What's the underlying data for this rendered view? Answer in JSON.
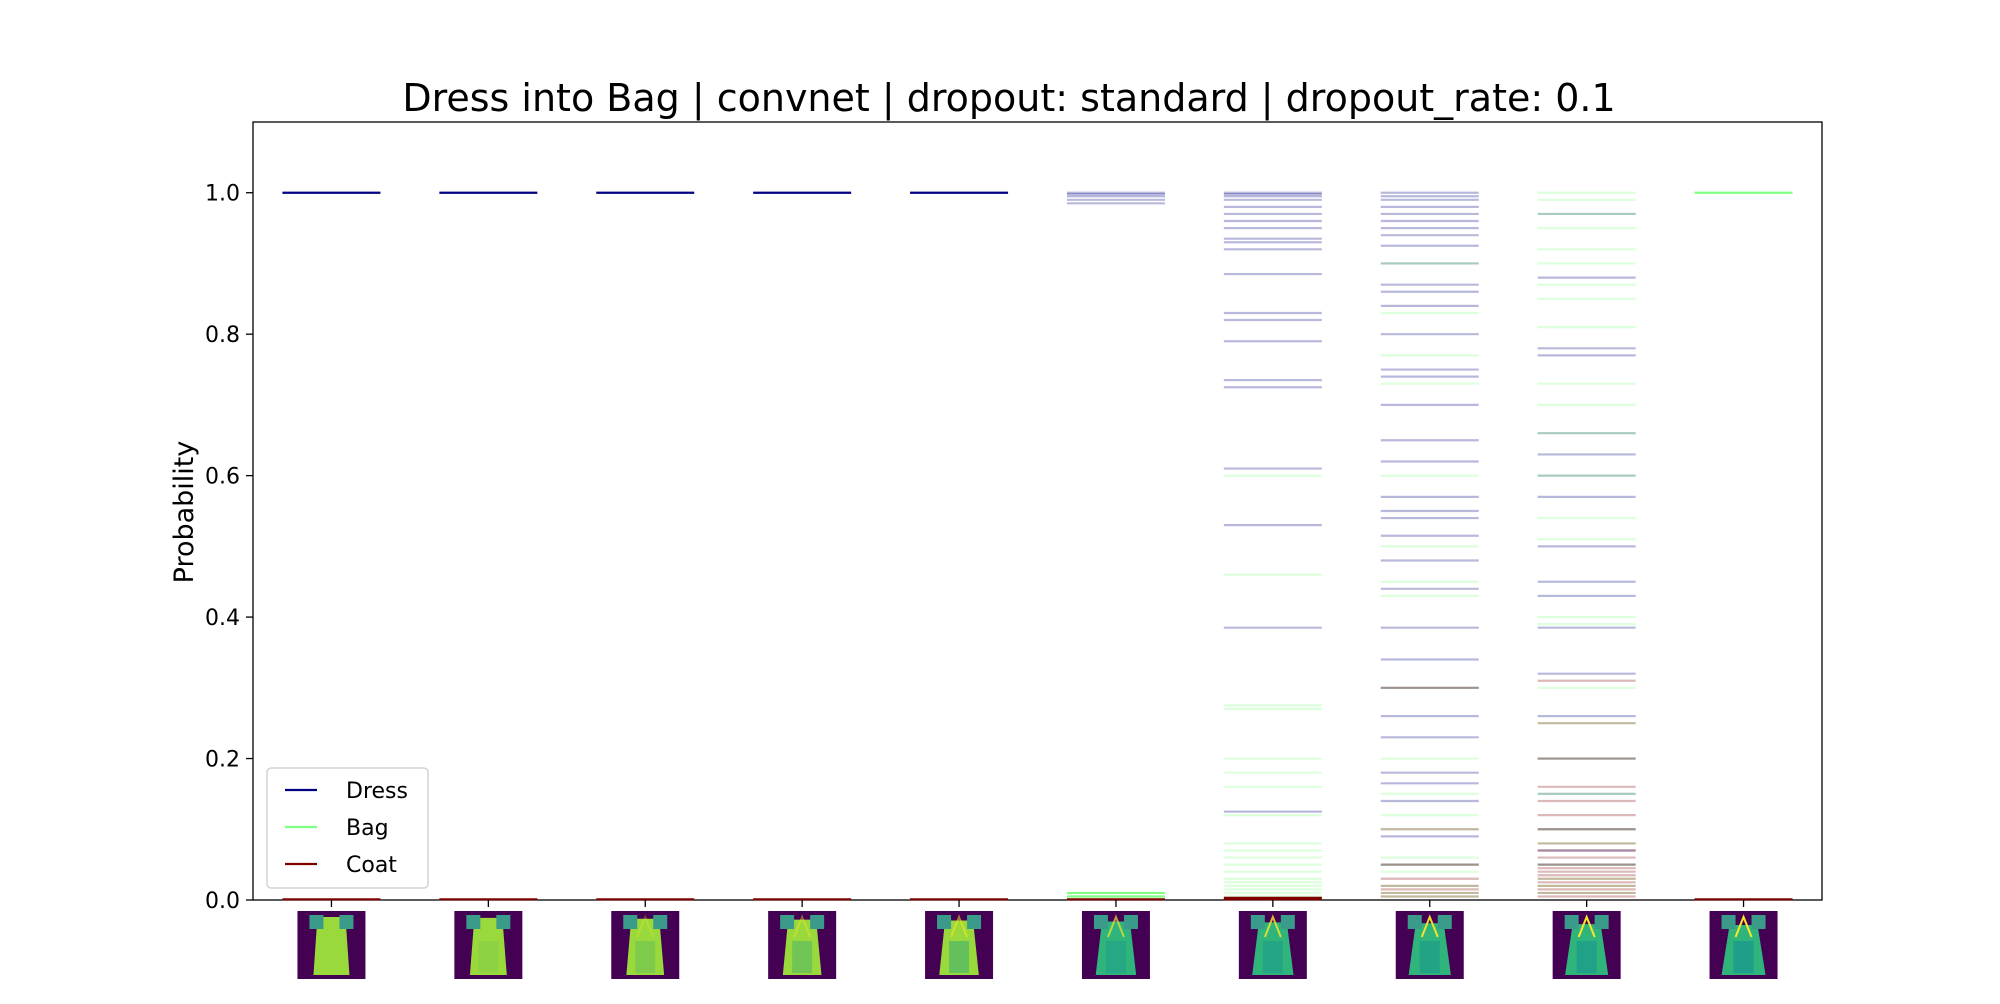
{
  "chart_data": {
    "type": "line",
    "title": "Dress into Bag | convnet | dropout: standard | dropout_rate: 0.1",
    "xlabel": "",
    "ylabel": "Probability",
    "ylim": [
      0,
      1.1
    ],
    "yticks": [
      0.0,
      0.2,
      0.4,
      0.6,
      0.8,
      1.0
    ],
    "ytick_labels": [
      "0.0",
      "0.2",
      "0.4",
      "0.6",
      "0.8",
      "1.0"
    ],
    "grid": false,
    "legend_position": "lower-left",
    "num_steps": 10,
    "x_tick_images": "interpolated image thumbnails from Dress to Bag (10 steps)",
    "series": [
      {
        "name": "Dress",
        "color": "#000080",
        "samples": [
          [
            1.0
          ],
          [
            1.0
          ],
          [
            1.0
          ],
          [
            1.0
          ],
          [
            1.0
          ],
          [
            1.0,
            0.998,
            0.995,
            0.99,
            0.985
          ],
          [
            1.0,
            0.998,
            0.995,
            0.99,
            0.98,
            0.97,
            0.96,
            0.95,
            0.935,
            0.93,
            0.92,
            0.885,
            0.83,
            0.82,
            0.79,
            0.735,
            0.725,
            0.61,
            0.53,
            0.385,
            0.125
          ],
          [
            1.0,
            0.995,
            0.99,
            0.98,
            0.97,
            0.96,
            0.95,
            0.94,
            0.925,
            0.9,
            0.87,
            0.86,
            0.84,
            0.8,
            0.75,
            0.74,
            0.7,
            0.65,
            0.62,
            0.57,
            0.55,
            0.54,
            0.515,
            0.48,
            0.44,
            0.385,
            0.34,
            0.3,
            0.26,
            0.23,
            0.18,
            0.165,
            0.14,
            0.09,
            0.05
          ],
          [
            0.97,
            0.88,
            0.78,
            0.77,
            0.66,
            0.63,
            0.6,
            0.57,
            0.5,
            0.45,
            0.43,
            0.385,
            0.32,
            0.26,
            0.2,
            0.15,
            0.1,
            0.07,
            0.05
          ],
          []
        ]
      },
      {
        "name": "Bag",
        "color": "#80ff80",
        "samples": [
          [],
          [],
          [],
          [],
          [],
          [
            0.01,
            0.005
          ],
          [
            0.275,
            0.27,
            0.2,
            0.18,
            0.16,
            0.12,
            0.08,
            0.07,
            0.06,
            0.05,
            0.04,
            0.03,
            0.025,
            0.02,
            0.015,
            0.01,
            0.005,
            0.46,
            0.6
          ],
          [
            0.9,
            0.83,
            0.77,
            0.73,
            0.6,
            0.5,
            0.45,
            0.43,
            0.3,
            0.2,
            0.15,
            0.12,
            0.1,
            0.06,
            0.05,
            0.04,
            0.02,
            0.01,
            0.005
          ],
          [
            1.0,
            0.99,
            0.97,
            0.95,
            0.92,
            0.9,
            0.87,
            0.85,
            0.81,
            0.73,
            0.7,
            0.66,
            0.6,
            0.54,
            0.51,
            0.4,
            0.39,
            0.3,
            0.25,
            0.2,
            0.15,
            0.1,
            0.08,
            0.05,
            0.03,
            0.02,
            0.01
          ],
          [
            1.0
          ]
        ]
      },
      {
        "name": "Coat",
        "color": "#800000",
        "samples": [
          [
            0.001
          ],
          [
            0.001
          ],
          [
            0.001
          ],
          [
            0.001
          ],
          [
            0.001
          ],
          [
            0.001
          ],
          [
            0.003,
            0.001
          ],
          [
            0.3,
            0.1,
            0.05,
            0.03,
            0.02,
            0.015,
            0.01,
            0.005
          ],
          [
            0.31,
            0.25,
            0.2,
            0.16,
            0.14,
            0.12,
            0.1,
            0.08,
            0.07,
            0.06,
            0.05,
            0.045,
            0.04,
            0.035,
            0.03,
            0.025,
            0.02,
            0.015,
            0.01,
            0.005
          ],
          [
            0.001
          ]
        ]
      }
    ]
  }
}
